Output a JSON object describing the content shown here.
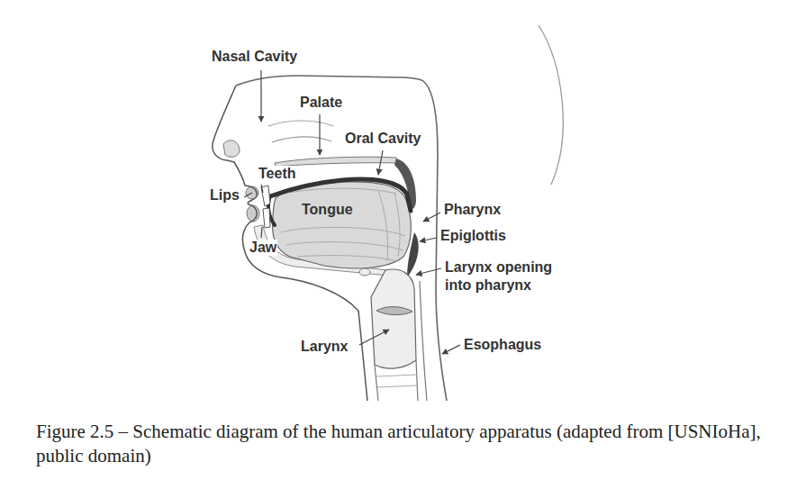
{
  "diagram": {
    "caption": "Figure 2.5 – Schematic diagram of the human articulatory apparatus (adapted from [USNIoHa], public domain)",
    "labels": [
      "Nasal Cavity",
      "Palate",
      "Oral Cavity",
      "Teeth",
      "Lips",
      "Tongue",
      "Pharynx",
      "Jaw",
      "Epiglottis",
      "Larynx opening into pharynx",
      "Larynx",
      "Esophagus"
    ]
  }
}
